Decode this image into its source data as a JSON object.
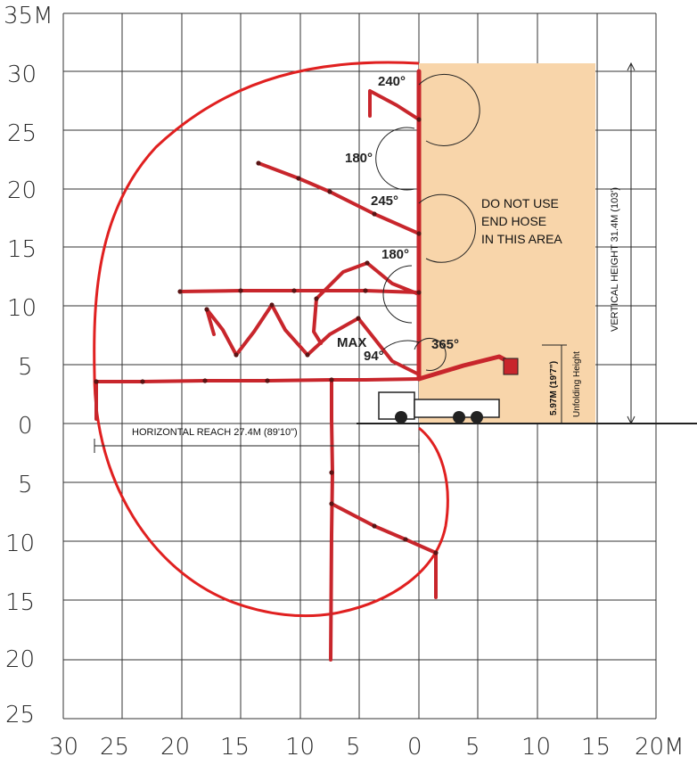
{
  "axes": {
    "y_top_label": "35M",
    "y_up_ticks": [
      "30",
      "25",
      "20",
      "15",
      "10",
      "5",
      "0"
    ],
    "y_down_ticks": [
      "5",
      "10",
      "15",
      "20",
      "25"
    ],
    "x_left_ticks": [
      "30",
      "25",
      "20",
      "15",
      "10",
      "5",
      "0"
    ],
    "x_right_ticks": [
      "5",
      "10",
      "15",
      "20M"
    ]
  },
  "annotations": {
    "no_hose_line1": "DO NOT USE",
    "no_hose_line2": "END  HOSE",
    "no_hose_line3": "IN THIS AREA",
    "vertical_height": "VERTICAL HEIGHT 31.4M (103')",
    "horizontal_reach": "HORIZONTAL REACH 27.4M (89'10\")",
    "unfold_value": "5.97M (19'7\")",
    "unfold_label": "Unfolding Height",
    "max_label": "MAX",
    "max_angle": "94°"
  },
  "angles": [
    "240°",
    "180°",
    "245°",
    "180°",
    "365°"
  ],
  "colors": {
    "boom": "#c8262c",
    "boom_dark": "#5a1414",
    "envelope": "#e02020",
    "no_use_area": "#f8d5aa",
    "grid": "#333333"
  }
}
